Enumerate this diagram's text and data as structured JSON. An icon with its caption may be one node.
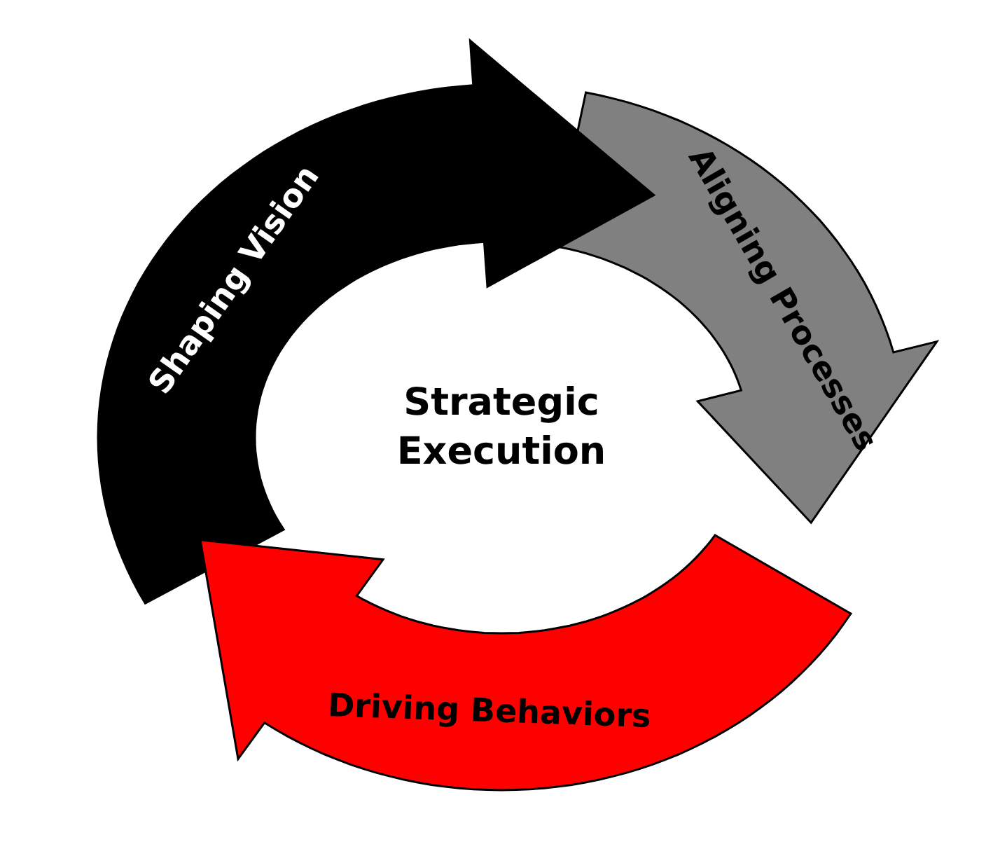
{
  "diagram": {
    "nodes": [
      {
        "text": [
          "Shaping Vision"
        ]
      },
      {
        "text": [
          "Aligning Processes"
        ]
      },
      {
        "text": [
          "Driving Behaviors"
        ]
      }
    ],
    "labels": [
      "Strategic Execution"
    ]
  }
}
